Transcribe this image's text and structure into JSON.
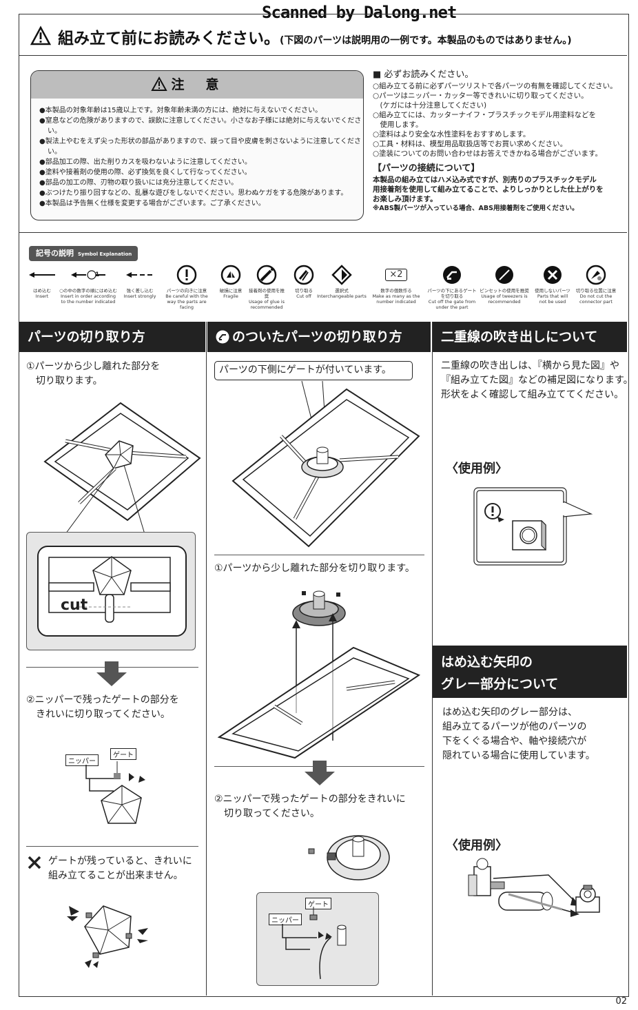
{
  "watermark": "Scanned by Dalong.net",
  "header": {
    "title": "組み立て前にお読みください。",
    "note": "(下図のパーツは説明用の一例です。本製品のものではありません。)"
  },
  "caution": {
    "title": "注　意",
    "items": [
      "●本製品の対象年齢は15歳以上です。対象年齢未満の方には、絶対に与えないでください。",
      "●窒息などの危険がありますので、誤飲に注意してください。小さなお子様には絶対に与えないでください。",
      "●製法上やむをえず尖った形状の部品がありますので、誤って目や皮膚を刺さないように注意してください。",
      "●部品加工の際、出た削りカスを吸わないように注意してください。",
      "●塗料や接着剤の使用の際、必ず換気を良くして行なってください。",
      "●部品の加工の際、刃物の取り扱いには充分注意してください。",
      "●ぶつけたり振り回すなどの、乱暴な遊びをしないでください。思わぬケガをする危険があります。",
      "●本製品は予告無く仕様を変更する場合がございます。ご了承ください。"
    ]
  },
  "notes": {
    "heading": "■ 必ずお読みください。",
    "items": [
      "○組み立てる前に必ずパーツリストで各パーツの有無を確認してください。",
      "○パーツはニッパー・カッター等できれいに切り取ってください。",
      "　(ケガには十分注意してください)",
      "○組み立てには、カッターナイフ・プラスチックモデル用塗料などを",
      "　使用します。",
      "○塗料はより安全な水性塗料をおすすめします。",
      "○工具・材料は、模型用品取扱店等でお買い求めください。",
      "○塗装についてのお問い合わせはお答えできかねる場合がございます。"
    ],
    "join_heading": "【パーツの接続について】",
    "join_lines": [
      "本製品の組み立てはハメ込み式ですが、別売りのプラスチックモデル",
      "用接着剤を使用して組み立てることで、よりしっかりとした仕上がりを",
      "お楽しみ頂けます。"
    ],
    "abs_note": "※ABS製パーツが入っている場合、ABS用接着剤をご使用ください。"
  },
  "symbols": {
    "title": "記号の説明",
    "subtitle": "Symbol Explanation",
    "items": [
      {
        "jp": "はめ込む",
        "en": "Insert"
      },
      {
        "jp": "○の中の数字の順にはめ込む",
        "en": "Insert in order according to the number indicated"
      },
      {
        "jp": "強く差し込む",
        "en": "Insert strongly"
      },
      {
        "jp": "パーツの向きに注意",
        "en": "Be careful with the way the parts are facing"
      },
      {
        "jp": "破損に注意",
        "en": "Fragile"
      },
      {
        "jp": "接着剤の使用を推奨",
        "en": "Usage of glue is recommended"
      },
      {
        "jp": "切り取る",
        "en": "Cut off"
      },
      {
        "jp": "選択式",
        "en": "Interchangeable parts"
      },
      {
        "jp": "数字の個数作る",
        "en": "Make as many as the number indicated"
      },
      {
        "jp": "パーツの下にあるゲートを切り取る",
        "en": "Cut off the gate from under the part"
      },
      {
        "jp": "ピンセットの使用を推奨",
        "en": "Usage of tweezers is recommended"
      },
      {
        "jp": "使用しないパーツ",
        "en": "Parts that will not be used"
      },
      {
        "jp": "切り取る位置に注意",
        "en": "Do not cut the connector part"
      }
    ],
    "x2": "×2",
    "num1": "1"
  },
  "sec1": {
    "title": "パーツの切り取り方",
    "step1": [
      "①パーツから少し離れた部分を",
      "　切り取ります。"
    ],
    "cut": "cut",
    "step2": [
      "②ニッパーで残ったゲートの部分を",
      "　きれいに切り取ってください。"
    ],
    "nipper": "ニッパー",
    "gate": "ゲート",
    "warn": [
      "ゲートが残っていると、きれいに",
      "組み立てることが出来ません。"
    ]
  },
  "sec2": {
    "title": "のついたパーツの切り取り方",
    "callout": "パーツの下側にゲートが付いています。",
    "step1": "①パーツから少し離れた部分を切り取ります。",
    "step2": [
      "②ニッパーで残ったゲートの部分をきれいに",
      "　切り取ってください。"
    ],
    "nipper": "ニッパー",
    "gate": "ゲート"
  },
  "sec3": {
    "title": "二重線の吹き出しについて",
    "body": [
      "二重線の吹き出しは、『横から見た図』や",
      "『組み立てた図』などの補足図になります。",
      "形状をよく確認して組み立ててください。"
    ],
    "example": "〈使用例〉"
  },
  "sec4": {
    "title": [
      "はめ込む矢印の",
      "グレー部分について"
    ],
    "body": [
      "はめ込む矢印のグレー部分は、",
      "組み立てるパーツが他のパーツの",
      "下をくぐる場合や、軸や接続穴が",
      "隠れている場合に使用しています。"
    ],
    "example": "〈使用例〉"
  },
  "page_number": "02"
}
